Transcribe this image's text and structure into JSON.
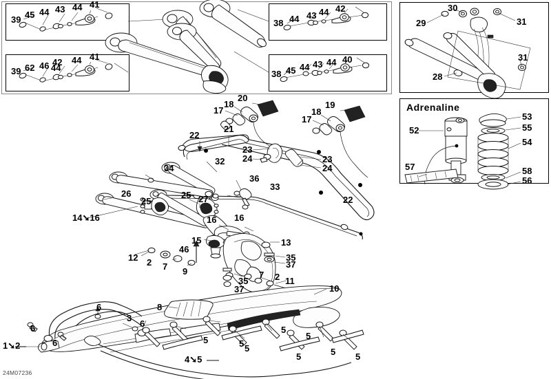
{
  "document": {
    "type": "parts-diagram",
    "subject": "Snowmobile front suspension and ski assembly exploded view",
    "part_number": "24M07236",
    "background_color": "#ffffff",
    "line_color": "#111111"
  },
  "insets": {
    "arm_upper_left": {
      "name": "upper-left-arm-inset",
      "callouts": [
        "39",
        "45",
        "44",
        "43",
        "44",
        "41"
      ]
    },
    "arm_lower_left": {
      "name": "lower-left-arm-inset",
      "callouts": [
        "39",
        "62",
        "46",
        "42",
        "44",
        "44",
        "41"
      ]
    },
    "arm_upper_right": {
      "name": "upper-right-arm-inset",
      "callouts": [
        "38",
        "44",
        "43",
        "44",
        "42"
      ]
    },
    "arm_lower_right": {
      "name": "lower-right-arm-inset",
      "callouts": [
        "38",
        "45",
        "44",
        "43",
        "44",
        "40"
      ]
    },
    "shock_linkage": {
      "name": "shock-linkage-inset",
      "callouts": [
        "29",
        "30",
        "31",
        "31",
        "28"
      ]
    },
    "adrenaline": {
      "name": "adrenaline-inset",
      "title": "Adrenaline",
      "callouts": [
        "52",
        "53",
        "55",
        "54",
        "58",
        "56",
        "57"
      ]
    }
  },
  "main_callouts": [
    {
      "id": "c22a",
      "label": "22"
    },
    {
      "id": "c21",
      "label": "21"
    },
    {
      "id": "c17a",
      "label": "17"
    },
    {
      "id": "c18a",
      "label": "18"
    },
    {
      "id": "c20",
      "label": "20"
    },
    {
      "id": "c17b",
      "label": "17"
    },
    {
      "id": "c18b",
      "label": "18"
    },
    {
      "id": "c19",
      "label": "19"
    },
    {
      "id": "c23a",
      "label": "23"
    },
    {
      "id": "c24a",
      "label": "24"
    },
    {
      "id": "c23b",
      "label": "23"
    },
    {
      "id": "c24b",
      "label": "24"
    },
    {
      "id": "c32",
      "label": "32"
    },
    {
      "id": "c34",
      "label": "34"
    },
    {
      "id": "c36",
      "label": "36"
    },
    {
      "id": "c33",
      "label": "33"
    },
    {
      "id": "c22b",
      "label": "22"
    },
    {
      "id": "c26",
      "label": "26"
    },
    {
      "id": "c25a",
      "label": "25"
    },
    {
      "id": "c25b",
      "label": "25"
    },
    {
      "id": "c27",
      "label": "27"
    },
    {
      "id": "c14_16",
      "label": "14➘16"
    },
    {
      "id": "c16a",
      "label": "16"
    },
    {
      "id": "c16b",
      "label": "16"
    },
    {
      "id": "c15",
      "label": "15"
    },
    {
      "id": "c46",
      "label": "46"
    },
    {
      "id": "c12",
      "label": "12"
    },
    {
      "id": "c2a",
      "label": "2"
    },
    {
      "id": "c7a",
      "label": "7"
    },
    {
      "id": "c9",
      "label": "9"
    },
    {
      "id": "c13",
      "label": "13"
    },
    {
      "id": "c35a",
      "label": "35"
    },
    {
      "id": "c37a",
      "label": "37"
    },
    {
      "id": "c35b",
      "label": "35"
    },
    {
      "id": "c37b",
      "label": "37"
    },
    {
      "id": "c7b",
      "label": "7"
    },
    {
      "id": "c2b",
      "label": "2"
    },
    {
      "id": "c11",
      "label": "11"
    },
    {
      "id": "c10",
      "label": "10"
    },
    {
      "id": "c8",
      "label": "8"
    },
    {
      "id": "c6a",
      "label": "6"
    },
    {
      "id": "c6b",
      "label": "6"
    },
    {
      "id": "c6c",
      "label": "6"
    },
    {
      "id": "c6d",
      "label": "6"
    },
    {
      "id": "c3",
      "label": "3"
    },
    {
      "id": "c1_2",
      "label": "1➘2"
    },
    {
      "id": "c4_5",
      "label": "4➘5"
    },
    {
      "id": "c5a",
      "label": "5"
    },
    {
      "id": "c5b",
      "label": "5"
    },
    {
      "id": "c5c",
      "label": "5"
    },
    {
      "id": "c5d",
      "label": "5"
    },
    {
      "id": "c5e",
      "label": "5"
    },
    {
      "id": "c5f",
      "label": "5"
    },
    {
      "id": "c5g",
      "label": "5"
    },
    {
      "id": "c5h",
      "label": "5"
    }
  ]
}
